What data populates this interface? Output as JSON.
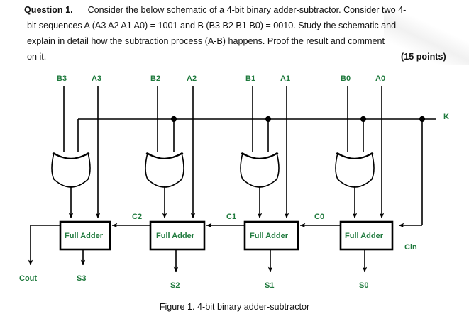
{
  "question": {
    "label": "Question 1.",
    "lines": [
      "Consider the below schematic of a 4-bit binary adder-subtractor. Consider two 4-",
      "bit sequences A (A3 A2 A1 A0) = 1001 and B (B3 B2 B1 B0) = 0010. Study the schematic and",
      "explain in detail how the subtraction process (A-B) happens. Proof the result and comment",
      "on it."
    ],
    "points": "(15 points)"
  },
  "figure": {
    "caption": "Figure 1. 4-bit binary adder-subtractor",
    "label_color": "#1f7a3d",
    "wire_color": "#000000",
    "input_labels": [
      "B3",
      "A3",
      "B2",
      "A2",
      "B1",
      "A1",
      "B0",
      "A0"
    ],
    "control_label": "K",
    "carry_in_label": "Cin",
    "carry_labels": [
      "C2",
      "C1",
      "C0"
    ],
    "carry_out_label": "Cout",
    "sum_labels": [
      "S3",
      "S2",
      "S1",
      "S0"
    ],
    "blocks": [
      {
        "name": "Full Adder"
      },
      {
        "name": "Full Adder"
      },
      {
        "name": "Full Adder"
      },
      {
        "name": "Full Adder"
      }
    ],
    "gates": [
      {
        "type": "xor"
      },
      {
        "type": "xor"
      },
      {
        "type": "xor"
      },
      {
        "type": "xor"
      }
    ]
  }
}
